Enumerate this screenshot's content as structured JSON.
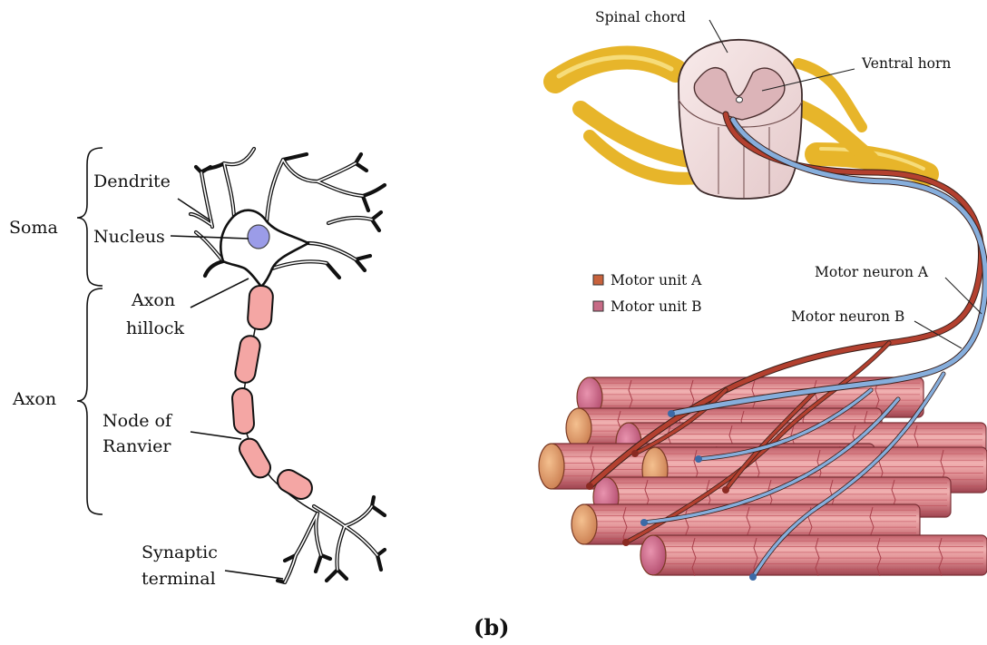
{
  "neuron": {
    "brackets": {
      "soma": "Soma",
      "axon": "Axon"
    },
    "labels": {
      "dendrite": "Dendrite",
      "nucleus": "Nucleus",
      "axon_hillock_line1": "Axon",
      "axon_hillock_line2": "hillock",
      "node_line1": "Node of",
      "node_line2": "Ranvier",
      "synaptic_line1": "Synaptic",
      "synaptic_line2": "terminal"
    },
    "colors": {
      "myelin": "#f4a6a4",
      "nucleus": "#9b9ce8",
      "outline": "#111111"
    }
  },
  "motor_units": {
    "labels": {
      "spinal_chord": "Spinal chord",
      "ventral_horn": "Ventral horn",
      "motor_neuron_a": "Motor neuron A",
      "motor_neuron_b": "Motor neuron B"
    },
    "legend": [
      {
        "label": "Motor unit A",
        "color": "#c8623c"
      },
      {
        "label": "Motor unit B",
        "color": "#c76b86"
      }
    ],
    "colors": {
      "nerve": "#e7b52a",
      "neuron_a": "#b3402f",
      "neuron_b": "#86aedc",
      "muscle_fiber": "#d98a8f",
      "spinal_cord": "#f1dcdc"
    }
  },
  "caption": "(b)"
}
